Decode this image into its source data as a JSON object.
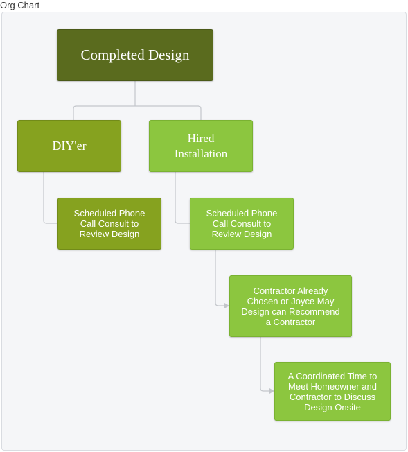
{
  "app": {
    "title": "Org Chart"
  },
  "colors": {
    "root": "#5a6b1e",
    "diy": "#86a21f",
    "hired": "#8cc63f",
    "connector": "#c3c6cb"
  },
  "nodes": {
    "root": {
      "label": "Completed Design"
    },
    "diy": {
      "label": "DIY'er"
    },
    "hired": {
      "label": "Hired\nInstallation"
    },
    "diy_child": {
      "label": "Scheduled Phone\nCall Consult to\nReview Design"
    },
    "hired_child": {
      "label": "Scheduled Phone\nCall Consult to\nReview Design"
    },
    "contractor": {
      "label": "Contractor Already\nChosen or Joyce May\nDesign can Recommend\na Contractor"
    },
    "meeting": {
      "label": "A Coordinated Time to\nMeet Homeowner and\nContractor to Discuss\nDesign Onsite"
    }
  }
}
